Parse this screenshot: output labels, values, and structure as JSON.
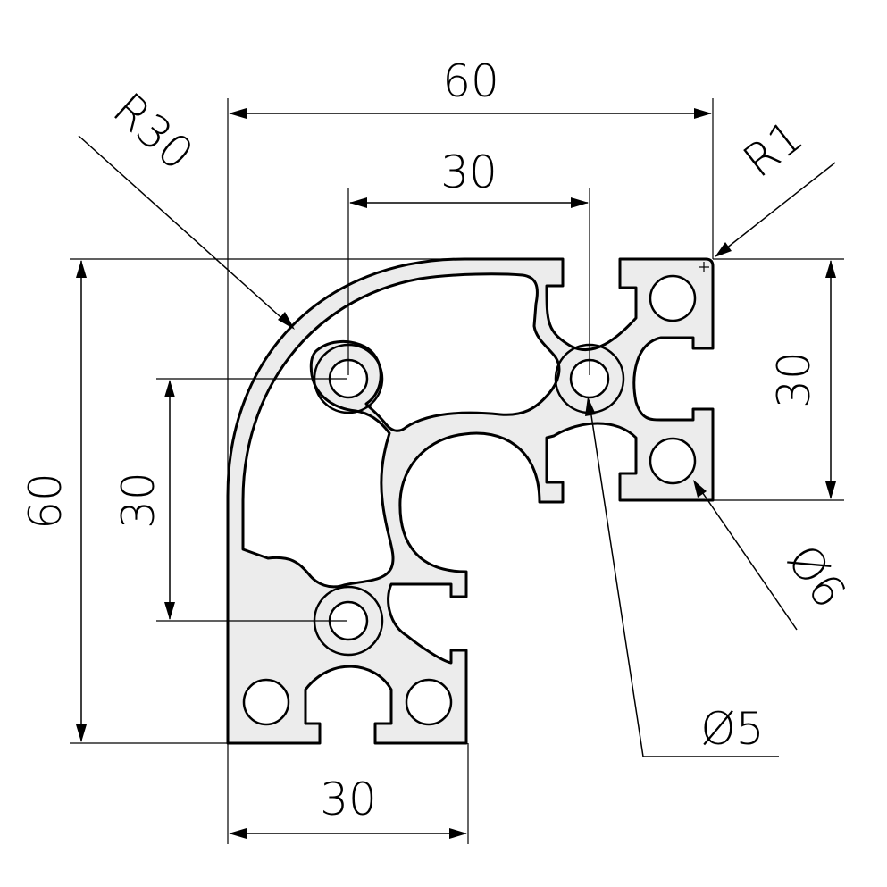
{
  "drawing": {
    "dimensions": {
      "top_width": "60",
      "top_inner_width": "30",
      "left_height": "60",
      "left_inner_height": "30",
      "right_height": "30",
      "bottom_width": "30",
      "outer_radius": "R30",
      "corner_radius": "R1",
      "hole_diameter_large": "Ø6",
      "hole_diameter_small": "Ø5"
    }
  }
}
